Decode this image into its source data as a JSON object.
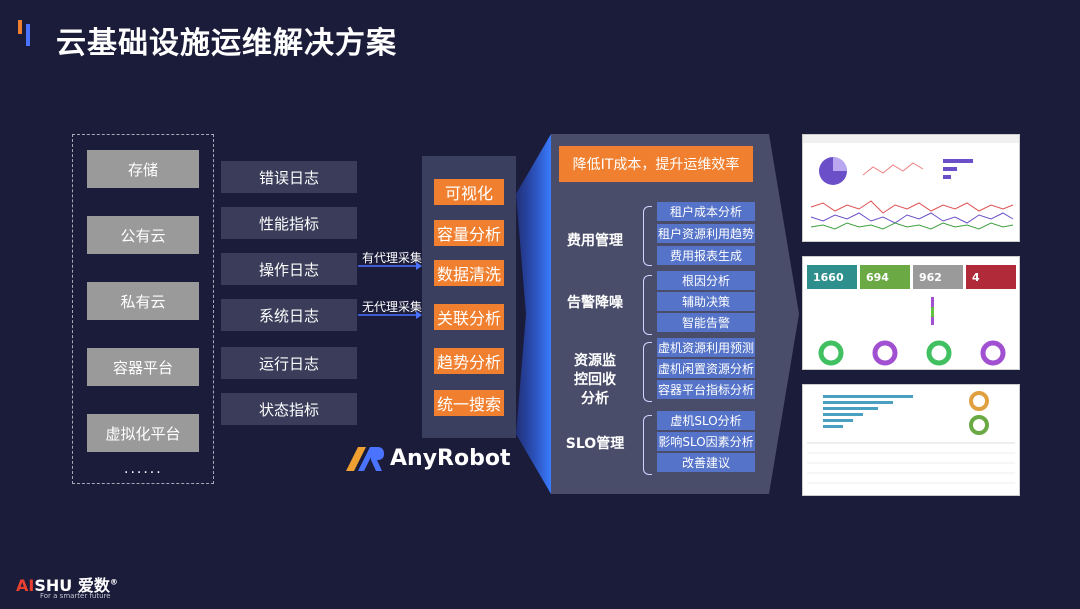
{
  "title": "云基础设施运维解决方案",
  "sources": [
    "存储",
    "公有云",
    "私有云",
    "容器平台",
    "虚拟化平台"
  ],
  "more": "......",
  "logs": [
    "错误日志",
    "性能指标",
    "操作日志",
    "系统日志",
    "运行日志",
    "状态指标"
  ],
  "arrows": {
    "agent": "有代理采集",
    "agentless": "无代理采集"
  },
  "anyrobot": {
    "items": [
      "可视化",
      "容量分析",
      "数据清洗",
      "关联分析",
      "趋势分析",
      "统一搜索"
    ],
    "name": "AnyRobot"
  },
  "solution": {
    "headline": "降低IT成本，提升运维效率",
    "groups": [
      {
        "name": "费用管理",
        "items": [
          "租户成本分析",
          "租户资源利用趋势",
          "费用报表生成"
        ]
      },
      {
        "name": "告警降噪",
        "items": [
          "根因分析",
          "辅助决策",
          "智能告警"
        ]
      },
      {
        "name": "资源监控回收分析",
        "items": [
          "虚机资源利用预测",
          "虚机闲置资源分析",
          "容器平台指标分析"
        ]
      },
      {
        "name": "SLO管理",
        "items": [
          "虚机SLO分析",
          "影响SLO因素分析",
          "改善建议"
        ]
      }
    ]
  },
  "dashboard": {
    "metrics": [
      "1660",
      "694",
      "962",
      "4"
    ],
    "metric_colors": [
      "#2f8f8c",
      "#6aa944",
      "#9a9a9a",
      "#b02a3a"
    ]
  },
  "footer": {
    "brand_ai": "AI",
    "brand_rest": "SHU 爱数",
    "reg": "®",
    "tagline": "For a smarter future"
  },
  "colors": {
    "accent": "#f08030",
    "blue": "#5573c8",
    "bg": "#1b1b3a"
  }
}
